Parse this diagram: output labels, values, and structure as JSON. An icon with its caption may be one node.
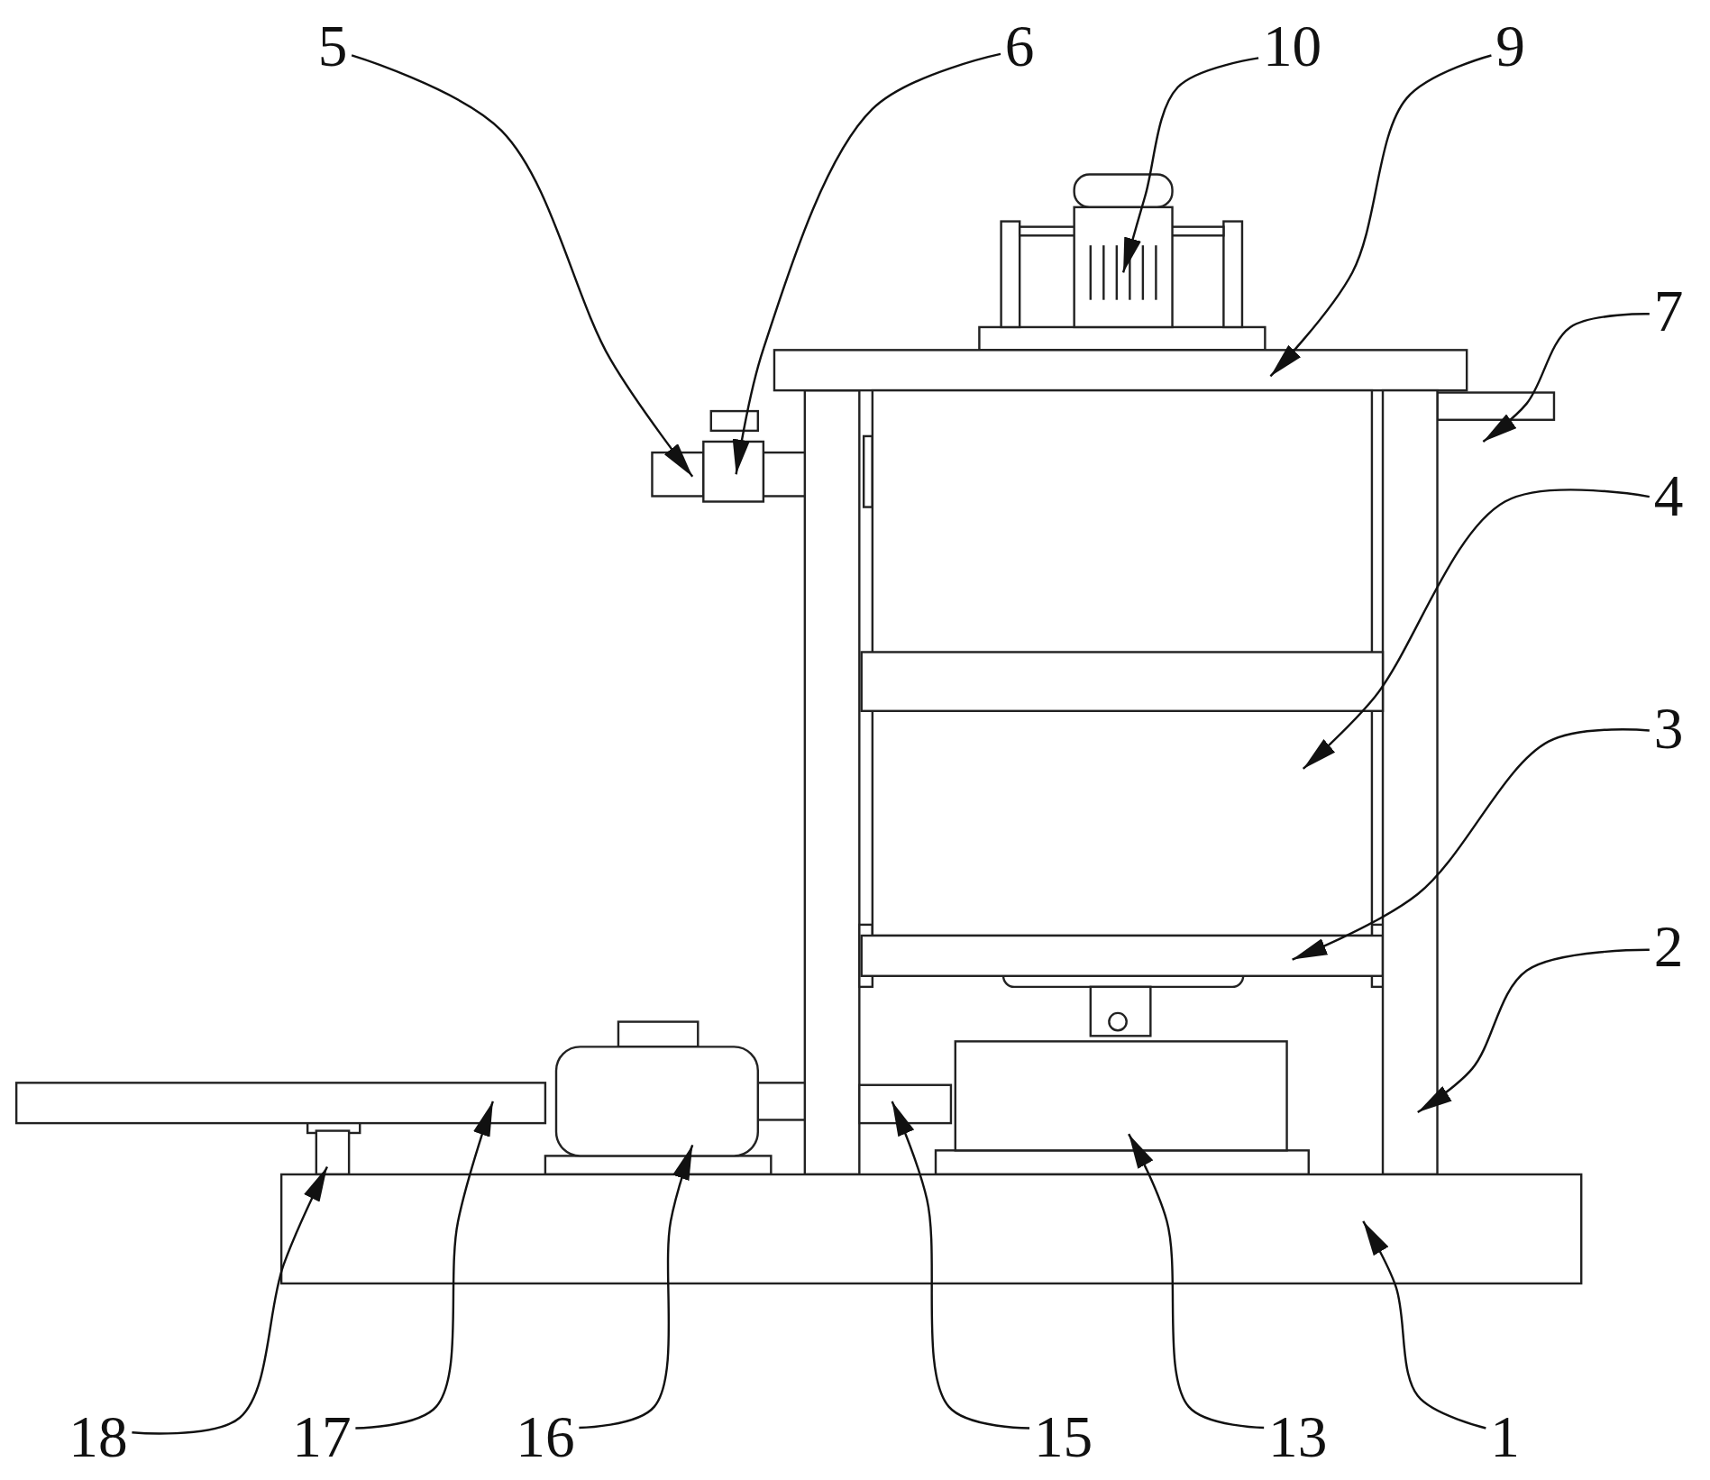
{
  "diagram": {
    "nodes": [
      {
        "text": [
          "5"
        ]
      },
      {
        "text": [
          "6"
        ]
      },
      {
        "text": [
          "10"
        ]
      },
      {
        "text": [
          "9"
        ]
      },
      {
        "text": [
          "7"
        ]
      },
      {
        "text": [
          "4"
        ]
      },
      {
        "text": [
          "3"
        ]
      },
      {
        "text": [
          "2"
        ]
      },
      {
        "text": [
          "18"
        ]
      },
      {
        "text": [
          "17"
        ]
      },
      {
        "text": [
          "16"
        ]
      },
      {
        "text": [
          "15"
        ]
      },
      {
        "text": [
          "13"
        ]
      },
      {
        "text": [
          "1"
        ]
      },
      {
        "text": [],
        "shape": "box"
      },
      {
        "text": [],
        "shape": "box"
      },
      {
        "text": [],
        "shape": "box"
      },
      {
        "text": [],
        "shape": "box"
      },
      {
        "text": [],
        "shape": "box"
      },
      {
        "text": [],
        "shape": "box"
      },
      {
        "text": [],
        "shape": "bar"
      },
      {
        "text": [],
        "shape": "bar"
      },
      {
        "text": [],
        "shape": "box"
      },
      {
        "text": [],
        "shape": "bar"
      },
      {
        "text": [],
        "shape": "cylinder"
      },
      {
        "text": [],
        "shape": "bar"
      },
      {
        "text": [],
        "shape": "box"
      },
      {
        "text": [],
        "shape": "box"
      }
    ],
    "edges": [
      {
        "from": 0,
        "to": 14,
        "arrow": "to"
      },
      {
        "from": 1,
        "to": 15,
        "arrow": "to"
      },
      {
        "from": 2,
        "to": 16,
        "arrow": "to"
      },
      {
        "from": 3,
        "to": 17,
        "arrow": "to"
      },
      {
        "from": 4,
        "to": 18,
        "arrow": "to"
      },
      {
        "from": 5,
        "to": 19,
        "arrow": "to"
      },
      {
        "from": 6,
        "to": 20,
        "arrow": "to"
      },
      {
        "from": 7,
        "to": 21,
        "arrow": "to"
      },
      {
        "from": 8,
        "to": 22,
        "arrow": "to"
      },
      {
        "from": 9,
        "to": 23,
        "arrow": "to"
      },
      {
        "from": 10,
        "to": 24,
        "arrow": "to"
      },
      {
        "from": 11,
        "to": 25,
        "arrow": "to"
      },
      {
        "from": 12,
        "to": 26,
        "arrow": "to"
      },
      {
        "from": 13,
        "to": 27,
        "arrow": "to"
      }
    ]
  }
}
